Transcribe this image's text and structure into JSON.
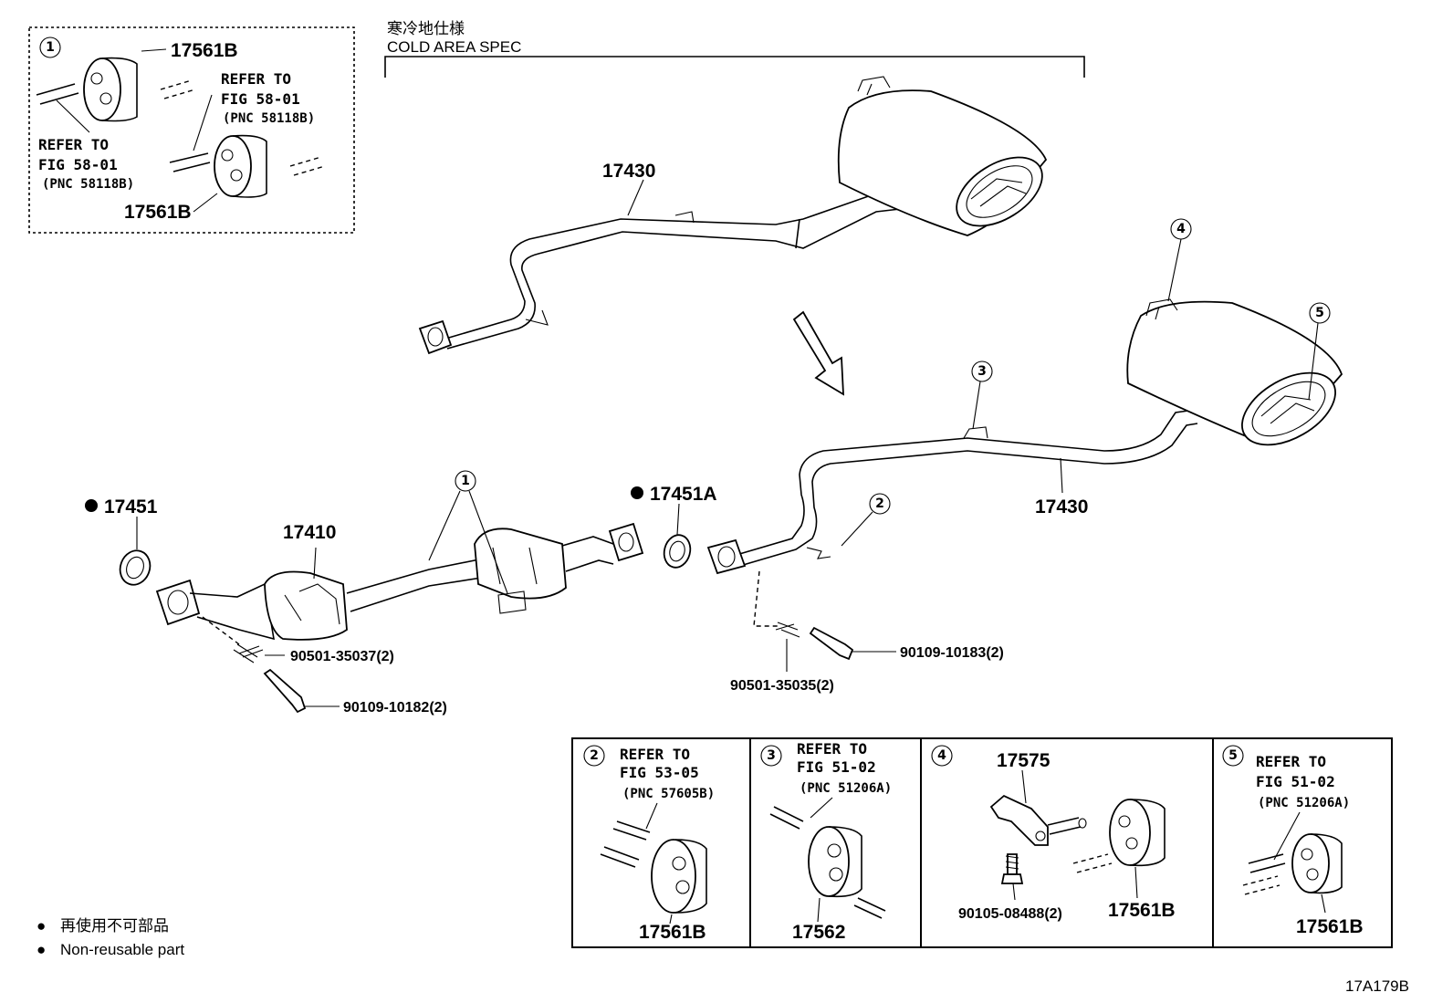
{
  "header": {
    "jp_title": "寒冷地仕様",
    "en_title": "COLD AREA SPEC"
  },
  "parts": {
    "p17561B": "17561B",
    "p17430": "17430",
    "p17451": "17451",
    "p17451A": "17451A",
    "p17410": "17410",
    "p17562": "17562",
    "p17575": "17575",
    "f90501_35037": "90501-35037(2)",
    "f90109_10182": "90109-10182(2)",
    "f90109_10183": "90109-10183(2)",
    "f90501_35035": "90501-35035(2)",
    "f90105_08488": "90105-08488(2)"
  },
  "refs": {
    "refer_to": "REFER TO",
    "fig_58_01": "FIG 58-01",
    "pnc_58118B": "(PNC 58118B)",
    "fig_53_05": "FIG 53-05",
    "pnc_57605B": "(PNC 57605B)",
    "fig_51_02": "FIG 51-02",
    "pnc_51206A": "(PNC 51206A)"
  },
  "callouts": [
    "1",
    "2",
    "3",
    "4",
    "5"
  ],
  "legend": {
    "jp": "再使用不可部品",
    "en": "Non-reusable part",
    "bullet": "●"
  },
  "diagram_code": "17A179B"
}
